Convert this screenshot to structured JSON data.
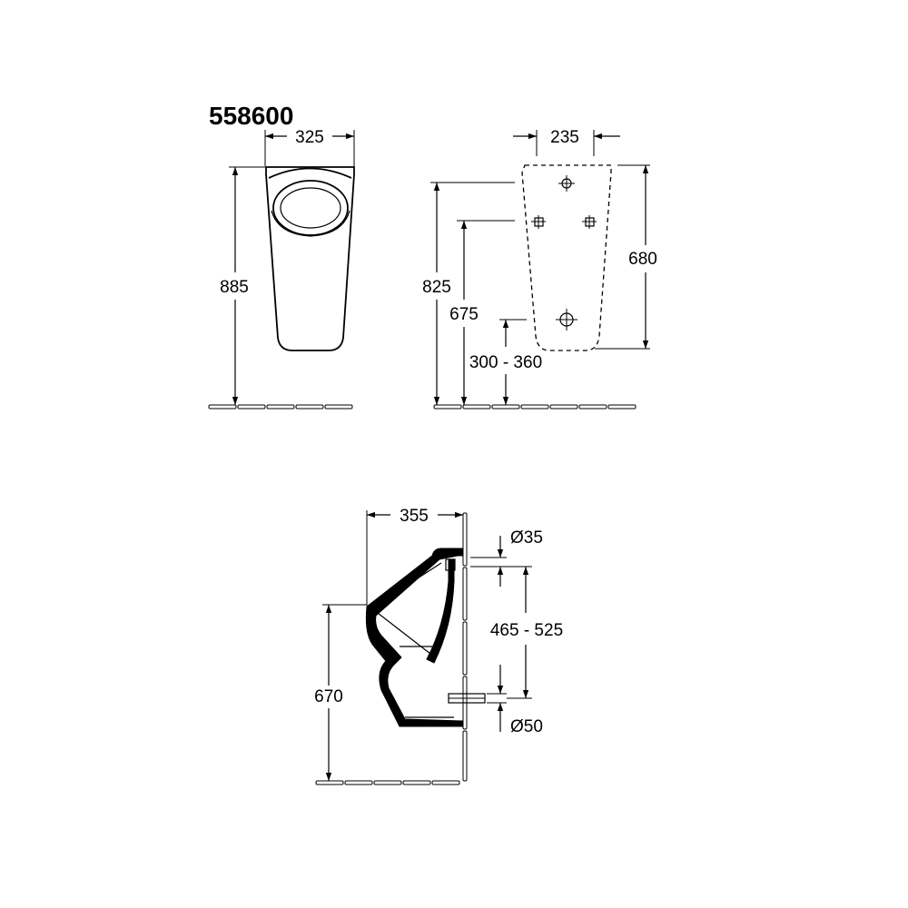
{
  "model_number": "558600",
  "front_view": {
    "width_label": "325",
    "height_label": "885"
  },
  "back_view": {
    "spacing_label": "235",
    "height_825": "825",
    "height_675": "675",
    "height_range": "300 - 360",
    "height_680": "680"
  },
  "side_view": {
    "depth_label": "355",
    "height_label": "670",
    "inlet_diameter": "Ø35",
    "outlet_diameter": "Ø50",
    "range_label": "465 - 525"
  },
  "colors": {
    "line": "#000000",
    "background": "#ffffff"
  },
  "icons": [
    "arrowhead-icon",
    "crosshair-icon"
  ]
}
